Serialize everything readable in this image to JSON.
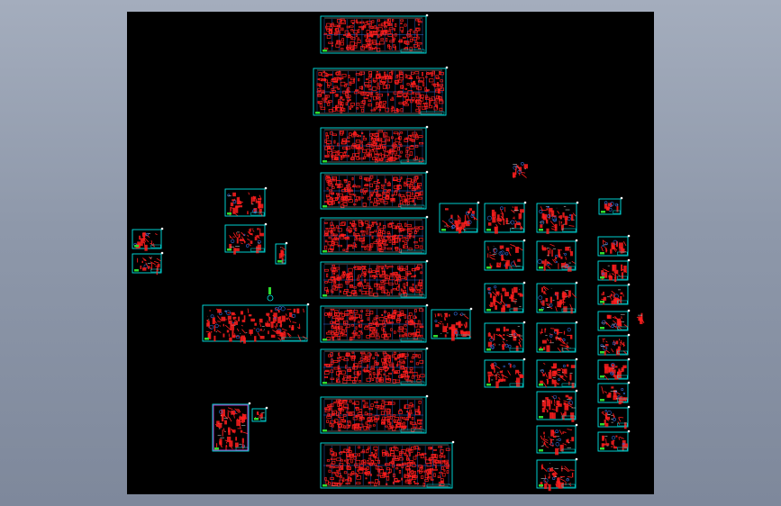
{
  "viewport": {
    "name": "cad-drawing-viewport",
    "background": "#000000"
  },
  "colors": {
    "frame": "#00e5e5",
    "entity": "#ff1e1e",
    "grid": "#2e6bd8",
    "dimension": "#e6e6e6",
    "accent_green": "#2fdc2f",
    "accent_magenta": "#e040e0",
    "accent_yellow": "#e6e600"
  },
  "drawing_groups": [
    "main-column-sheets",
    "left-detail-sheets",
    "right-detail-sheets"
  ]
}
